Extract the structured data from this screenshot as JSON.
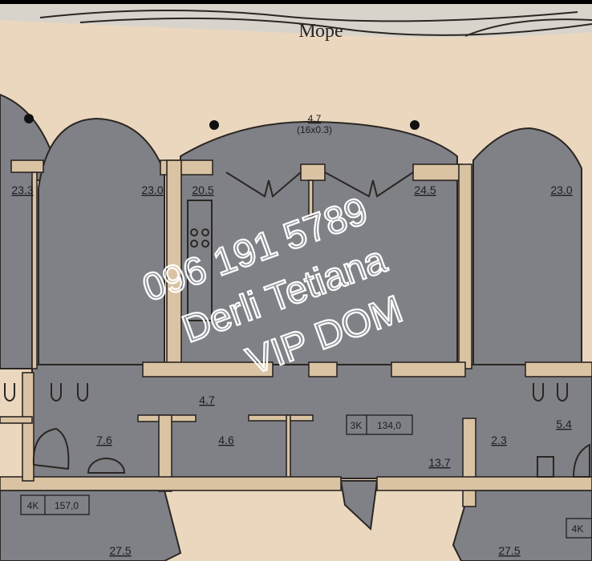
{
  "plan": {
    "sea_label": "Море",
    "rooms": {
      "left_edge": "23.3",
      "bedroom_left": "23.0",
      "kitchen": "20.5",
      "balcony": "4.7",
      "balcony_dims": "(16x0.3)",
      "living": "24.5",
      "bedroom_right": "23.0",
      "corridor": "4.7",
      "bathroom": "7.6",
      "wardrobe": "4.6",
      "hall": "13.7",
      "wc": "2.3",
      "bathroom_right": "5.4",
      "bottom_left": "27.5",
      "bottom_right": "27.5"
    },
    "units": [
      {
        "type": "3K",
        "area": "134,0"
      },
      {
        "type": "4K",
        "area": "157,0"
      },
      {
        "type": "4K"
      }
    ]
  },
  "watermark": {
    "phone": "096 191 5789",
    "name": "Derli Tetiana",
    "agency": "VIP DOM"
  },
  "colors": {
    "background": "#ead7be",
    "room": "#7f8187",
    "wall": "#d9c3a3"
  }
}
